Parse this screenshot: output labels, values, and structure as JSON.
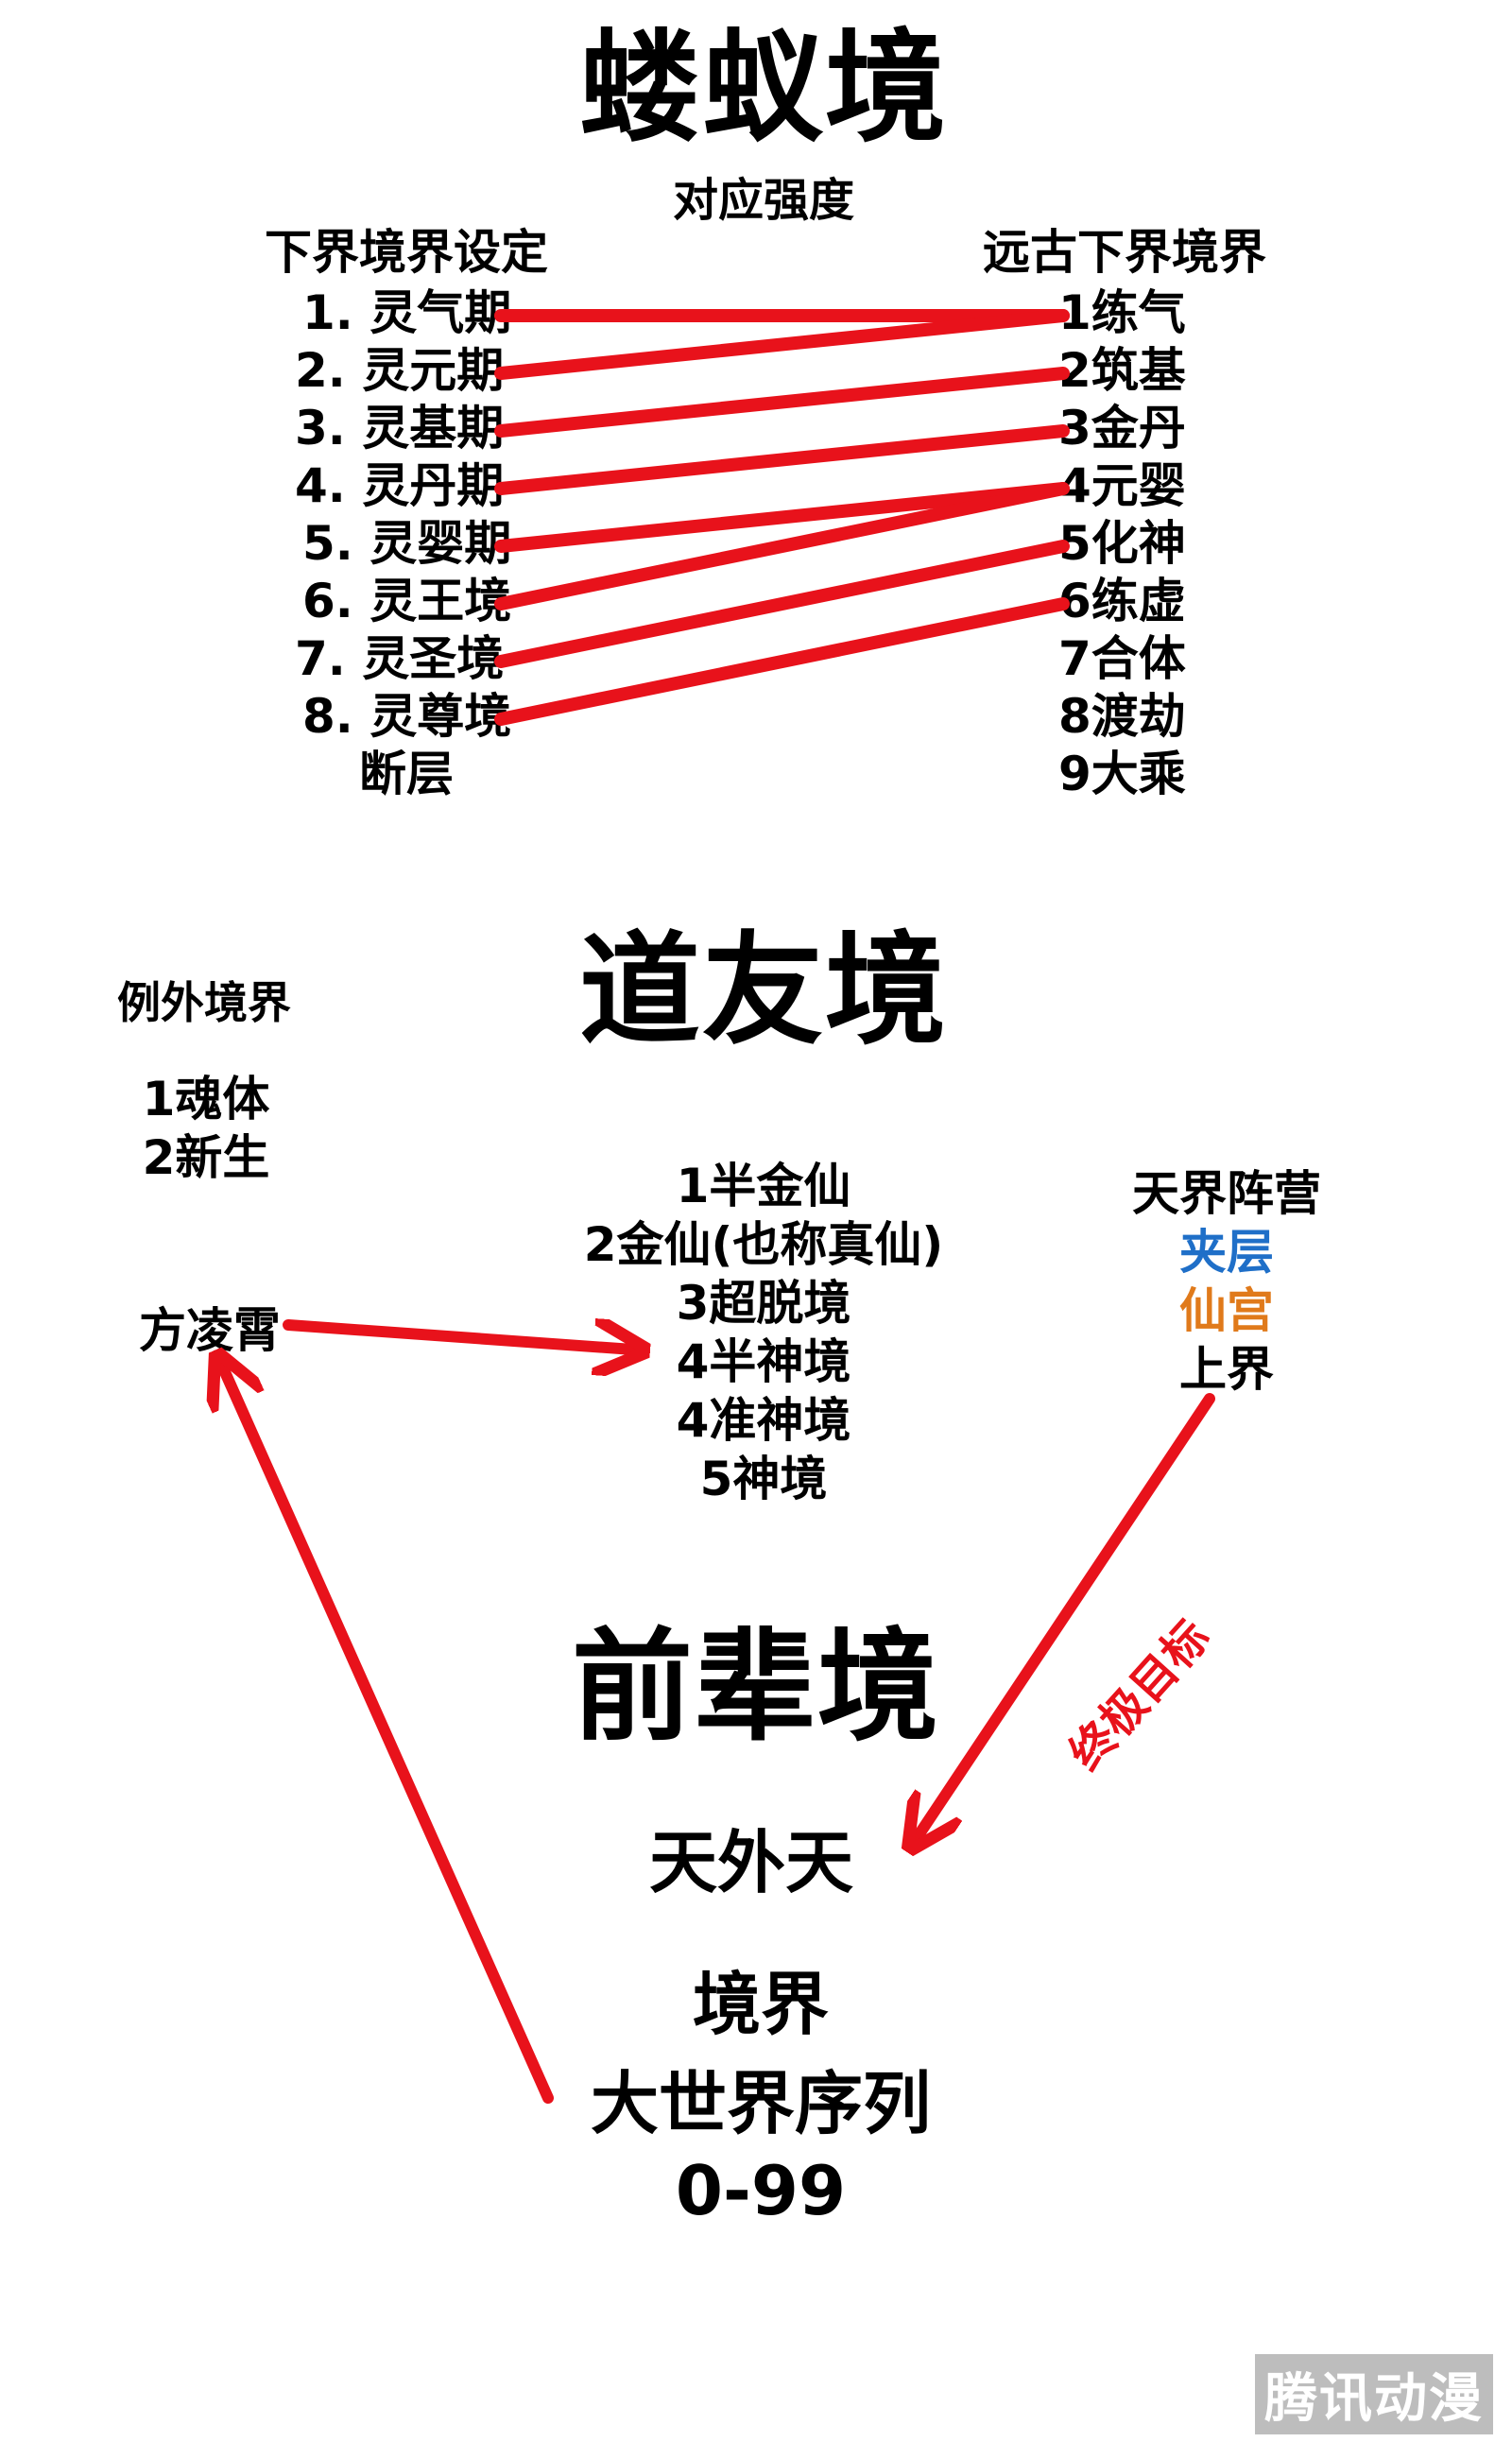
{
  "section1": {
    "title": "蝼蚁境",
    "subtitle": "对应强度",
    "left_heading": "下界境界设定",
    "right_heading": "远古下界境界",
    "left_items": [
      "1. 灵气期",
      "2. 灵元期",
      "3. 灵基期",
      "4. 灵丹期",
      "5. 灵婴期",
      "6. 灵王境",
      "7. 灵圣境",
      "8. 灵尊境",
      "断层"
    ],
    "right_items": [
      "1练气",
      "2筑基",
      "3金丹",
      "4元婴",
      "5化神",
      "6练虚",
      "7合体",
      "8渡劫",
      "9大乘"
    ],
    "links": [
      [
        0,
        0
      ],
      [
        1,
        0
      ],
      [
        2,
        1
      ],
      [
        3,
        2
      ],
      [
        4,
        3
      ],
      [
        5,
        3
      ],
      [
        6,
        4
      ],
      [
        7,
        5
      ]
    ]
  },
  "section2": {
    "title": "道友境",
    "exception_heading": "例外境界",
    "exception_items": [
      "1魂体",
      "2新生"
    ],
    "person": "方凌霄",
    "levels": [
      "1半金仙",
      "2金仙(也称真仙)",
      "3超脱境",
      "4半神境",
      "4准神境",
      "5神境"
    ],
    "camp_heading": "天界阵营",
    "camp_items": [
      {
        "text": "夹层",
        "color": "#1f6fc8"
      },
      {
        "text": "仙宫",
        "color": "#e07a1b"
      },
      {
        "text": "上界",
        "color": "#000000"
      }
    ]
  },
  "section3": {
    "title": "前辈境",
    "sky": "天外天",
    "realm": "境界",
    "sequence": "大世界序列",
    "range": "0-99",
    "goal_label": "终极目标"
  },
  "watermark": "腾讯动漫",
  "colors": {
    "arrow": "#e8121b",
    "text": "#000000"
  }
}
